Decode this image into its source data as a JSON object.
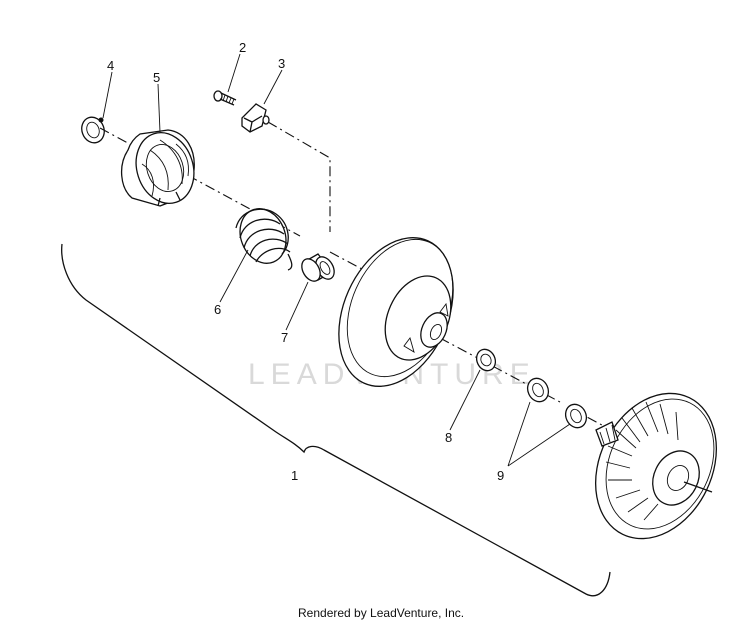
{
  "diagram": {
    "callouts": [
      {
        "id": "callout-1",
        "label": "1"
      },
      {
        "id": "callout-2",
        "label": "2"
      },
      {
        "id": "callout-3",
        "label": "3"
      },
      {
        "id": "callout-4",
        "label": "4"
      },
      {
        "id": "callout-5",
        "label": "5"
      },
      {
        "id": "callout-6",
        "label": "6"
      },
      {
        "id": "callout-7",
        "label": "7"
      },
      {
        "id": "callout-8",
        "label": "8"
      },
      {
        "id": "callout-9",
        "label": "9"
      }
    ],
    "watermark": "LEADVENTURE",
    "footer": "Rendered by LeadVenture, Inc."
  }
}
